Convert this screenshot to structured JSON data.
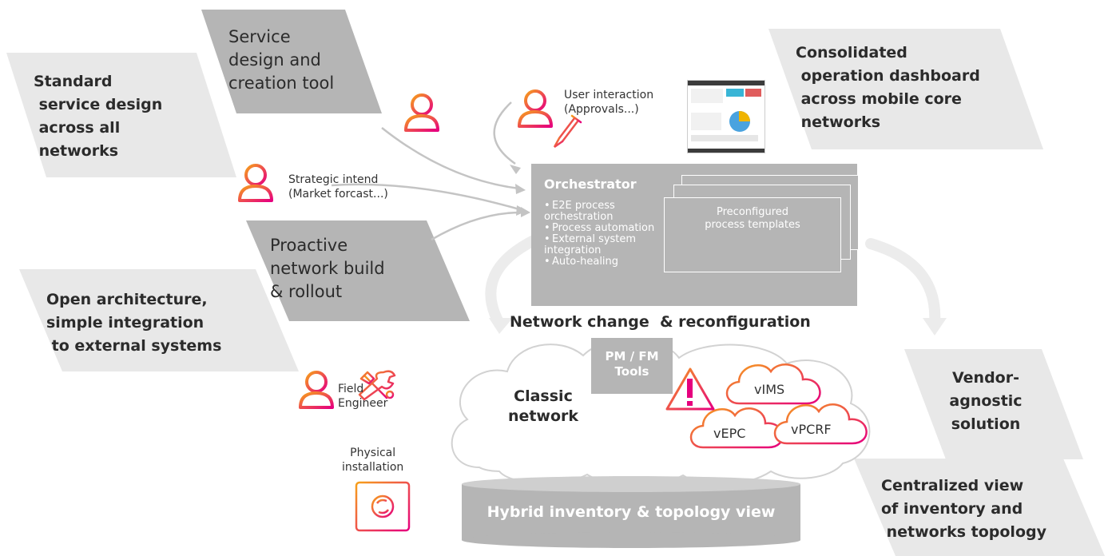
{
  "left_boxes": {
    "standard_service_design": "Standard\n service design\n across all\n networks",
    "service_design_tool": "Service\ndesign and\ncreation tool",
    "proactive_network_build": "Proactive\nnetwork build\n& rollout",
    "open_architecture": "Open architecture,\nsimple integration\n to external systems"
  },
  "right_boxes": {
    "consolidated_dashboard": "Consolidated\n operation dashboard\n across mobile core\n networks",
    "vendor_agnostic": "Vendor-\nagnostic\nsolution",
    "centralized_view": "Centralized view\nof inventory and\n networks topology"
  },
  "actors": {
    "user_interaction": "User interaction\n(Approvals...)",
    "strategic_intend": "Strategic intend\n(Market forcast...)",
    "field_engineer": "Field\nEngineer",
    "physical_installation": "Physical\ninstallation"
  },
  "orchestrator": {
    "title": "Orchestrator",
    "bullets": [
      "E2E process orchestration",
      "Process automation",
      "External system integration",
      "Auto-healing"
    ],
    "templates_label": "Preconfigured\nprocess templates"
  },
  "network_change_label": "Network change  & reconfiguration",
  "pm_fm_tools": "PM / FM\nTools",
  "classic_network": "Classic\nnetwork",
  "virtual_functions": {
    "vims": "vIMS",
    "vepc": "vEPC",
    "vpcrf": "vPCRF"
  },
  "hybrid_inventory": "Hybrid inventory & topology view",
  "icons": [
    "user-icon",
    "pen-icon",
    "tools-icon",
    "warning-icon",
    "server-rack-icon",
    "dashboard-screenshot"
  ],
  "colors": {
    "box_gray": "#e8e8e8",
    "mid_gray": "#b5b5b5",
    "accent_orange": "#f7a11a",
    "accent_magenta": "#e6007e"
  }
}
